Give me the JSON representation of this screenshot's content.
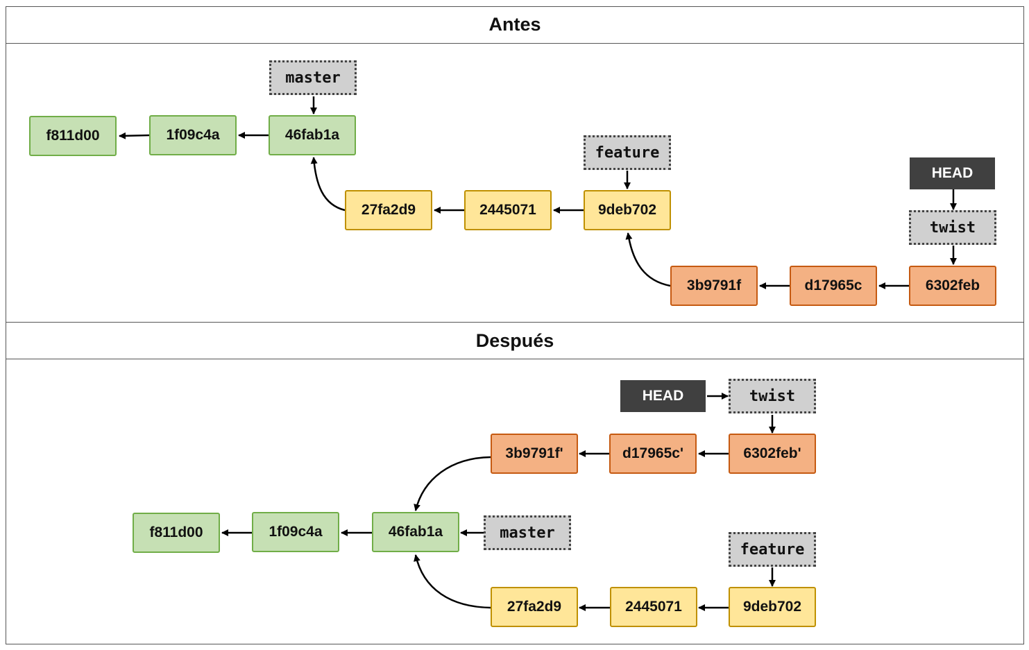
{
  "sections": {
    "before_title": "Antes",
    "after_title": "Después"
  },
  "before": {
    "commits": {
      "c1": "f811d00",
      "c2": "1f09c4a",
      "c3": "46fab1a",
      "c4": "27fa2d9",
      "c5": "2445071",
      "c6": "9deb702",
      "c7": "3b9791f",
      "c8": "d17965c",
      "c9": "6302feb"
    },
    "refs": {
      "master": "master",
      "feature": "feature",
      "twist": "twist",
      "head": "HEAD"
    }
  },
  "after": {
    "commits": {
      "c1": "f811d00",
      "c2": "1f09c4a",
      "c3": "46fab1a",
      "c4": "27fa2d9",
      "c5": "2445071",
      "c6": "9deb702",
      "c7": "3b9791f'",
      "c8": "d17965c'",
      "c9": "6302feb'"
    },
    "refs": {
      "master": "master",
      "feature": "feature",
      "twist": "twist",
      "head": "HEAD"
    }
  },
  "colors": {
    "master_branch": "#c6e0b4",
    "feature_branch": "#ffe699",
    "twist_branch": "#f4b183",
    "head": "#404040",
    "ref": "#d0d0d0"
  }
}
